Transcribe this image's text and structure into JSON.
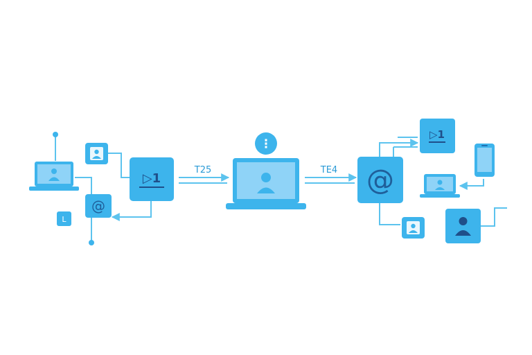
{
  "colors": {
    "primary": "#3db4ec",
    "screen": "#8fd3f7",
    "dark": "#1f6fb2",
    "line": "#5cc3ee",
    "background": "#ffffff"
  },
  "labels": {
    "left_edge": "T25",
    "right_edge": "TE4",
    "mail_box_left": "▷1",
    "mail_box_right": "▷1",
    "at_small": "@",
    "at_large": "@",
    "tag": "L",
    "info": "⋮"
  },
  "icons": {
    "laptop": "laptop-icon",
    "user": "user-icon",
    "phone": "phone-icon",
    "at": "at-sign-icon",
    "send": "send-icon"
  }
}
